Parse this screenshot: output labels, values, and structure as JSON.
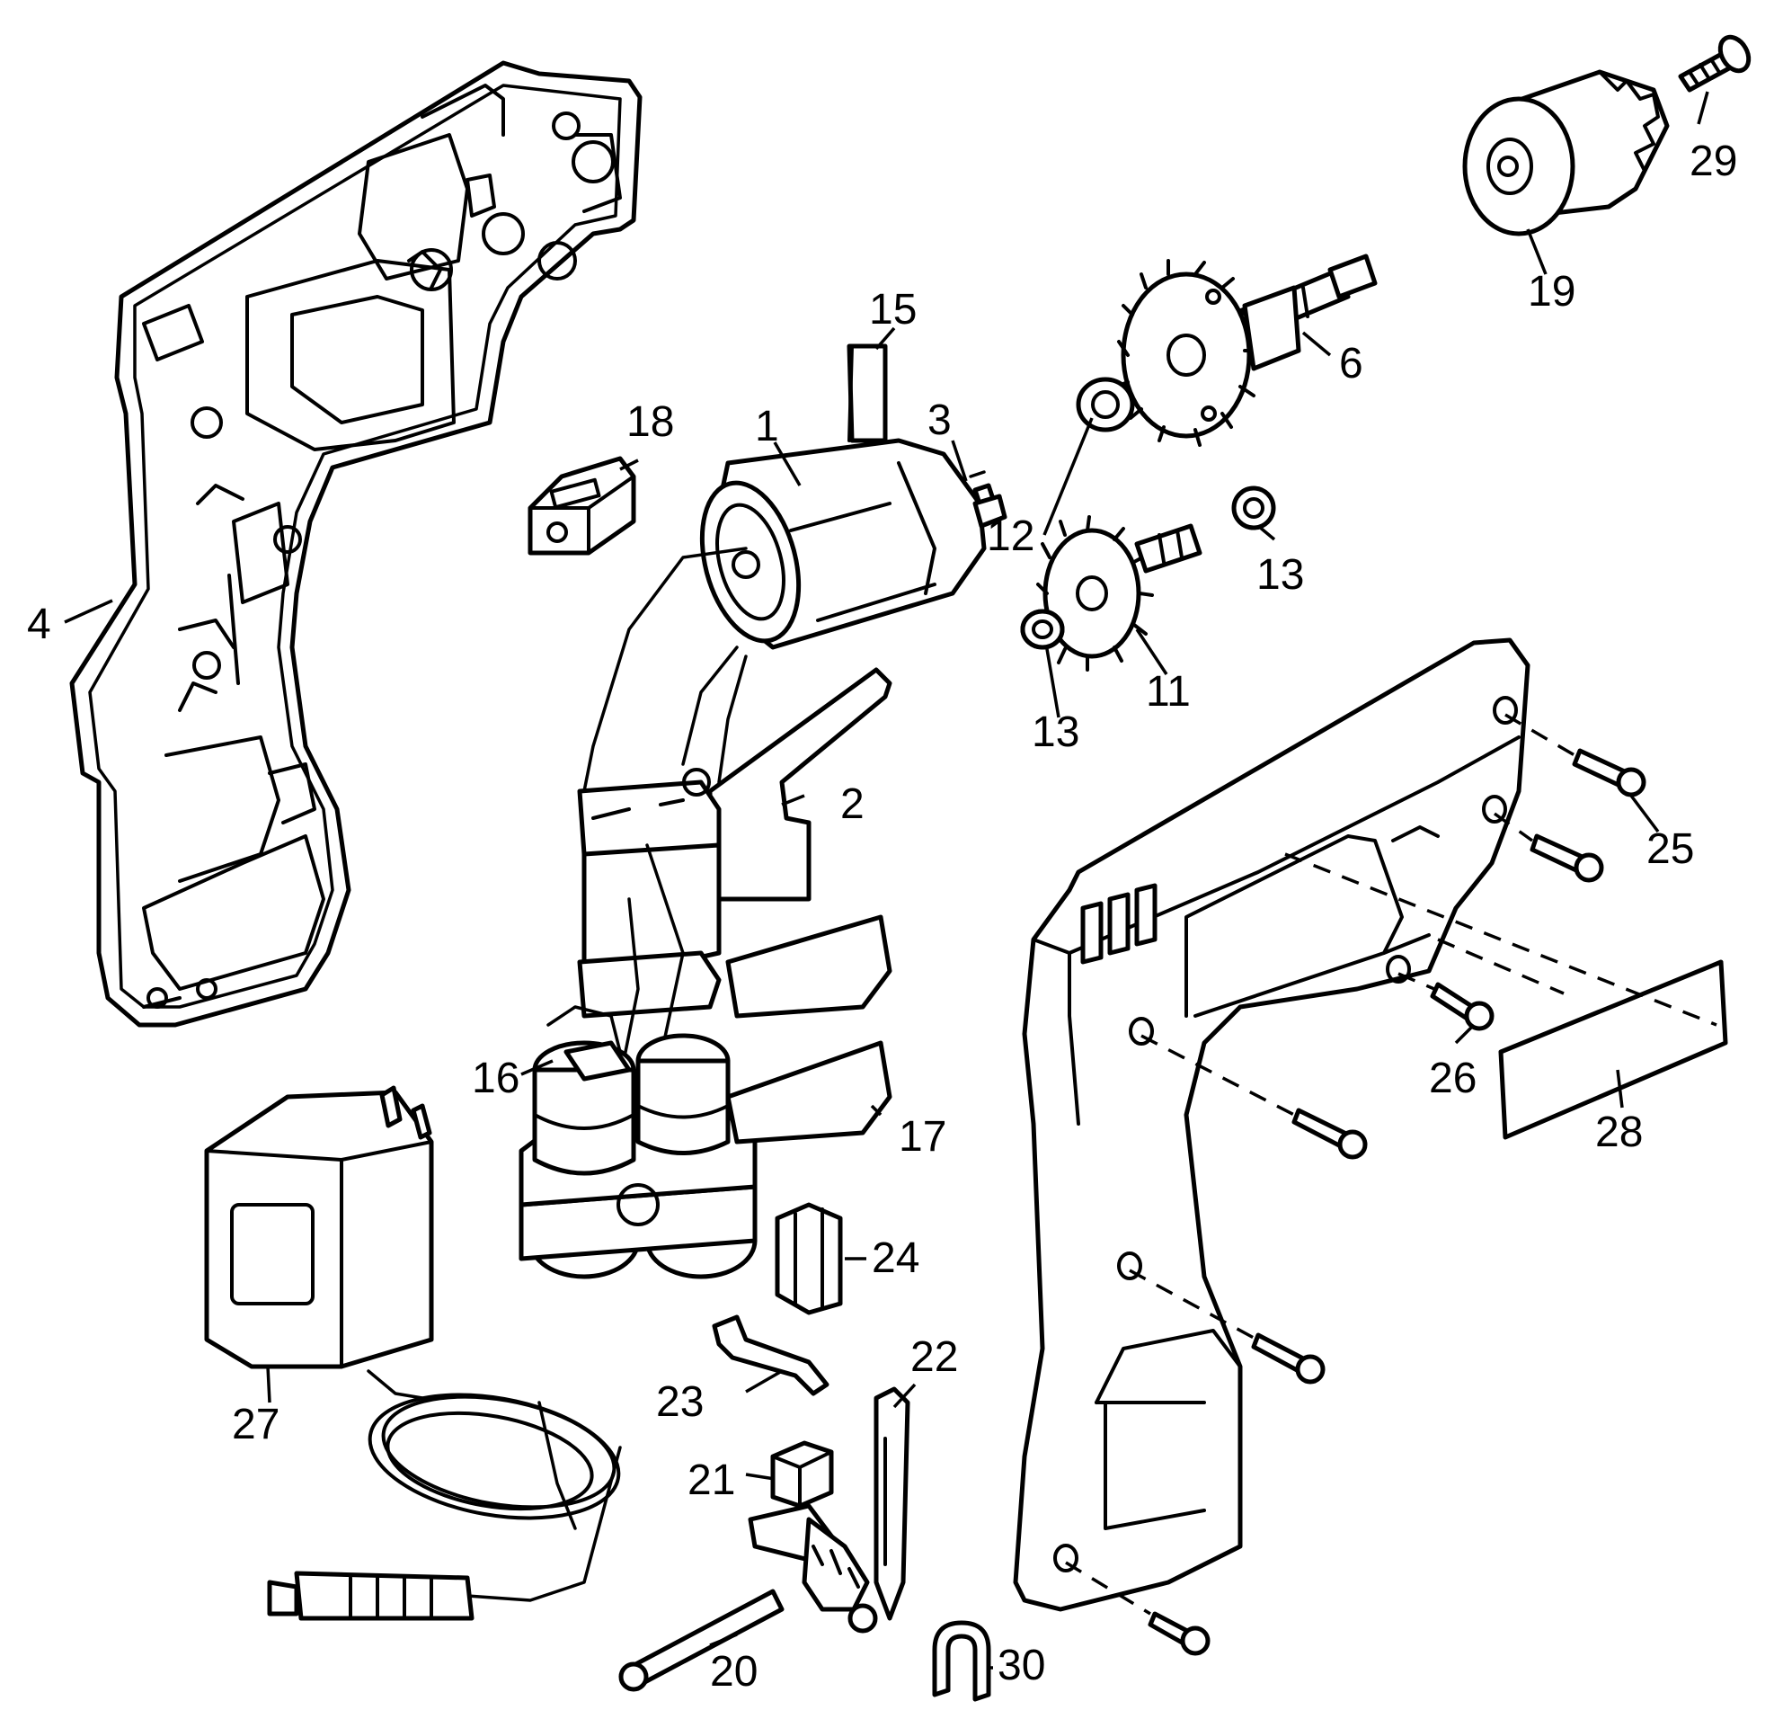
{
  "labels": {
    "p1": "1",
    "p2": "2",
    "p3": "3",
    "p4": "4",
    "p6": "6",
    "p11": "11",
    "p12": "12",
    "p13": "13",
    "p15": "15",
    "p16": "16",
    "p17": "17",
    "p18": "18",
    "p19": "19",
    "p20": "20",
    "p21": "21",
    "p22": "22",
    "p23": "23",
    "p24": "24",
    "p25": "25",
    "p26": "26",
    "p27": "27",
    "p28": "28",
    "p29": "29",
    "p30": "30"
  }
}
